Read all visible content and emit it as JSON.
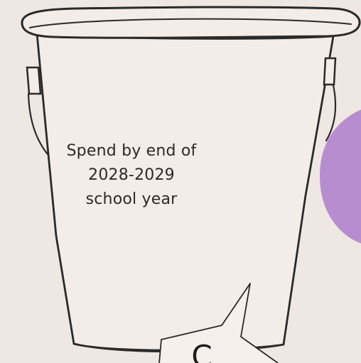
{
  "bucket": {
    "lines": [
      "Spend by end of",
      "2028-2029",
      "school year"
    ]
  },
  "callout": {
    "letter": "C"
  },
  "colors": {
    "background": "#efe7e1",
    "bucket_fill": "#f3ece7",
    "outline": "#2a2a2a",
    "purple_shape": "#b78dd0",
    "callout_fill": "#f5f0ec"
  }
}
